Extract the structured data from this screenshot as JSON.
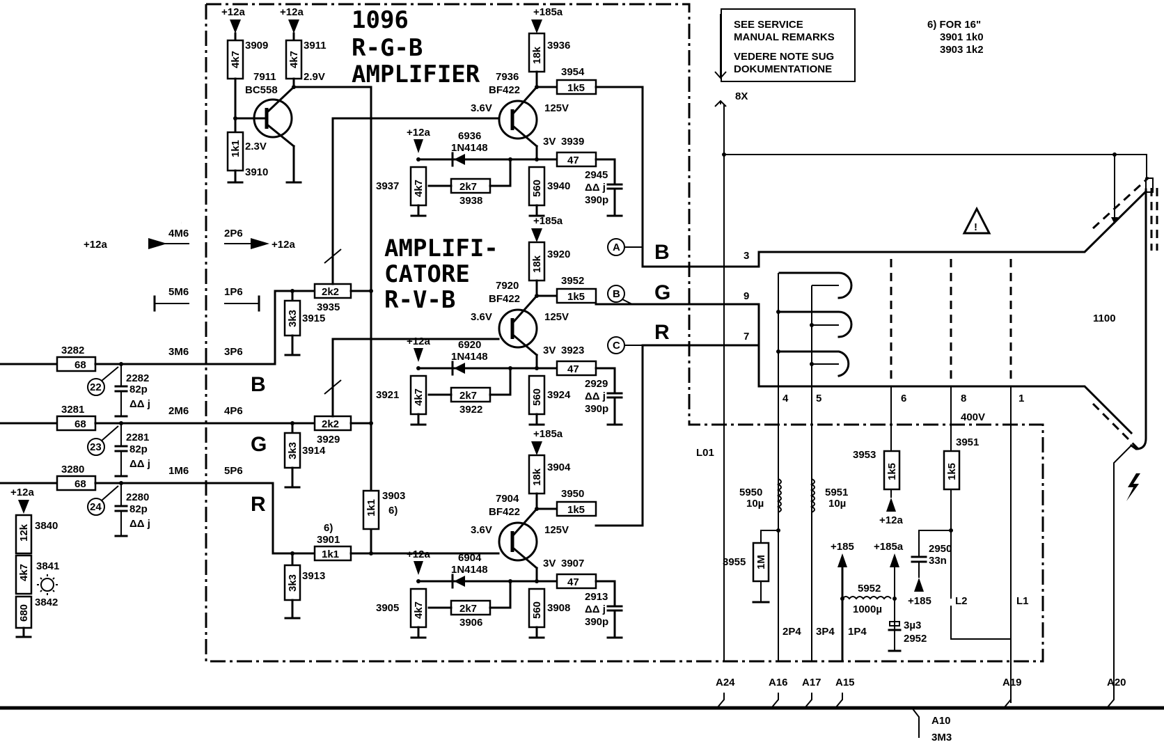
{
  "title": {
    "number": "1096",
    "line1": "R-G-B",
    "line2": "AMPLIFIER",
    "it1": "AMPLIFI-",
    "it2": "CATORE",
    "it3": "R-V-B"
  },
  "notes": {
    "service_1": "SEE SERVICE",
    "service_2": "MANUAL REMARKS",
    "service_3": "VEDERE NOTE SUG",
    "service_4": "DOKUMENTATIONE",
    "footnote_head": "6) FOR 16\"",
    "footnote_1": "3901 1k0",
    "footnote_2": "3903 1k2",
    "footnote_ref": "6)",
    "sx": "8X"
  },
  "supplies": {
    "p12a": "+12a",
    "p185a": "+185a",
    "p185": "+185",
    "v400": "400V"
  },
  "connectors": {
    "m4": "4M6",
    "p2": "2P6",
    "m5": "5M6",
    "p1": "1P6",
    "m3": "3M6",
    "p3": "3P6",
    "m2": "2M6",
    "p4": "4P6",
    "m1": "1M6",
    "p5": "5P6",
    "p2p4": "2P4",
    "p3p4": "3P4",
    "p1p4": "1P4",
    "l01": "L01",
    "l1": "L1",
    "l2": "L2",
    "a24": "A24",
    "a16": "A16",
    "a17": "A17",
    "a15": "A15",
    "a19": "A19",
    "a20": "A20",
    "a10": "A10",
    "m3m3": "3M3"
  },
  "channels": {
    "b": "B",
    "g": "G",
    "r": "R",
    "ca": "A",
    "cb": "B",
    "cc": "C"
  },
  "test_points": {
    "t22": "22",
    "t23": "23",
    "t24": "24"
  },
  "input": {
    "r3282": {
      "ref": "3282",
      "val": "68"
    },
    "r3281": {
      "ref": "3281",
      "val": "68"
    },
    "r3280": {
      "ref": "3280",
      "val": "68"
    },
    "c2282": {
      "ref": "2282",
      "val": "82p",
      "tol": "ΔΔ j"
    },
    "c2281": {
      "ref": "2281",
      "val": "82p",
      "tol": "ΔΔ j"
    },
    "c2280": {
      "ref": "2280",
      "val": "82p",
      "tol": "ΔΔ j"
    },
    "r3840": {
      "ref": "3840",
      "val": "12k"
    },
    "r3841": {
      "ref": "3841",
      "val": "4k7"
    },
    "r3842": {
      "ref": "3842",
      "val": "680"
    }
  },
  "ref_stage": {
    "r3909": {
      "ref": "3909",
      "val": "4k7"
    },
    "r3911": {
      "ref": "3911",
      "val": "4k7"
    },
    "r3910": {
      "ref": "3910",
      "val": "1k1"
    },
    "q7911": {
      "ref": "7911",
      "type": "BC558"
    },
    "v_e": "2.9V",
    "v_b": "2.3V",
    "r3935": {
      "ref": "3935",
      "val": "2k2"
    },
    "r3929": {
      "ref": "3929",
      "val": "2k2"
    },
    "r3915": {
      "ref": "3915",
      "val": "3k3"
    },
    "r3914": {
      "ref": "3914",
      "val": "3k3"
    },
    "r3913": {
      "ref": "3913",
      "val": "3k3"
    },
    "r3901": {
      "ref": "3901",
      "val": "1k1"
    },
    "r3903": {
      "ref": "3903",
      "val": "1k1"
    }
  },
  "stages": [
    {
      "q": "7936",
      "qtype": "BF422",
      "vb": "3.6V",
      "vc": "125V",
      "ve": "3V",
      "rc": {
        "ref": "3936",
        "val": "18k"
      },
      "rout": {
        "ref": "3954",
        "val": "1k5"
      },
      "d": {
        "ref": "6936",
        "type": "1N4148"
      },
      "re": {
        "ref": "3939",
        "val": "47"
      },
      "rg": {
        "ref": "3940",
        "val": "560"
      },
      "pot": {
        "ref": "3937",
        "val": "4k7"
      },
      "rf": {
        "ref": "3938",
        "val": "2k7"
      },
      "c": {
        "ref": "2945",
        "tol": "ΔΔ j",
        "val": "390p"
      }
    },
    {
      "q": "7920",
      "qtype": "BF422",
      "vb": "3.6V",
      "vc": "125V",
      "ve": "3V",
      "rc": {
        "ref": "3920",
        "val": "18k"
      },
      "rout": {
        "ref": "3952",
        "val": "1k5"
      },
      "d": {
        "ref": "6920",
        "type": "1N4148"
      },
      "re": {
        "ref": "3923",
        "val": "47"
      },
      "rg": {
        "ref": "3924",
        "val": "560"
      },
      "pot": {
        "ref": "3921",
        "val": "4k7"
      },
      "rf": {
        "ref": "3922",
        "val": "2k7"
      },
      "c": {
        "ref": "2929",
        "tol": "ΔΔ j",
        "val": "390p"
      }
    },
    {
      "q": "7904",
      "qtype": "BF422",
      "vb": "3.6V",
      "vc": "125V",
      "ve": "3V",
      "rc": {
        "ref": "3904",
        "val": "18k"
      },
      "rout": {
        "ref": "3950",
        "val": "1k5"
      },
      "d": {
        "ref": "6904",
        "type": "1N4148"
      },
      "re": {
        "ref": "3907",
        "val": "47"
      },
      "rg": {
        "ref": "3908",
        "val": "560"
      },
      "pot": {
        "ref": "3905",
        "val": "4k7"
      },
      "rf": {
        "ref": "3906",
        "val": "2k7"
      },
      "c": {
        "ref": "2913",
        "tol": "ΔΔ j",
        "val": "390p"
      }
    }
  ],
  "crt": {
    "ref": "1100",
    "pins": {
      "p3": "3",
      "p9": "9",
      "p7": "7",
      "p4": "4",
      "p5": "5",
      "p6": "6",
      "p8": "8",
      "p1": "1"
    },
    "warning": "!",
    "r3953": {
      "ref": "3953",
      "val": "1k5"
    },
    "r3951": {
      "ref": "3951",
      "val": "1k5"
    },
    "r3955": {
      "ref": "3955",
      "val": "1M"
    },
    "l5950": {
      "ref": "5950",
      "val": "10µ"
    },
    "l5951": {
      "ref": "5951",
      "val": "10µ"
    },
    "l5952": {
      "ref": "5952",
      "val": "1000µ"
    },
    "c2950": {
      "ref": "2950",
      "val": "33n"
    },
    "c2952": {
      "ref": "2952",
      "val": "3µ3"
    }
  }
}
